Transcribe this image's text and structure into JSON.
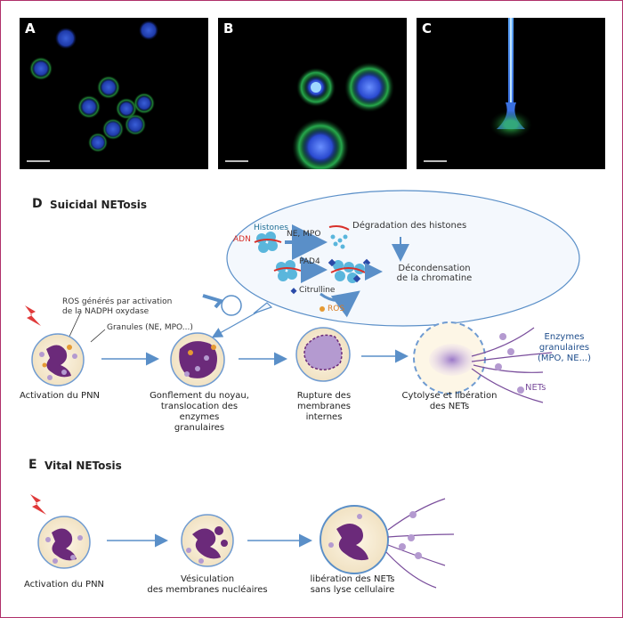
{
  "colors": {
    "border": "#b0306a",
    "arrow": "#5a8fc8",
    "cell_fill": "#f6ecd6",
    "cell_border": "#6f9bd1",
    "nucleus": "#6b2a7a",
    "granule": "#b49ad0",
    "ros": "#e59a33",
    "net_lines": "#7a4e9c",
    "enzyme_text": "#1f4e8c",
    "dna_red": "#d8302a"
  },
  "panels": [
    {
      "letter": "A"
    },
    {
      "letter": "B"
    },
    {
      "letter": "C"
    }
  ],
  "section_d": {
    "letter": "D",
    "title": "Suicidal NETosis",
    "bubble": {
      "histones": "Histones",
      "adn": "ADN",
      "ne_mpo": "NE, MPO",
      "degradation": "Dégradation des histones",
      "pad4": "PAD4",
      "citrulline": "Citrulline",
      "decondensation_1": "Décondensation",
      "decondensation_2": "de la chromatine",
      "ros": "ROS"
    },
    "annot_ros_1": "ROS générés par activation",
    "annot_ros_2": "de la NADPH oxydase",
    "annot_granules": "Granules (NE, MPO...)",
    "steps": [
      {
        "line1": "Activation du PNN",
        "line2": "",
        "line3": ""
      },
      {
        "line1": "Gonflement du noyau,",
        "line2": "translocation des enzymes",
        "line3": "granulaires"
      },
      {
        "line1": "Rupture des",
        "line2": "membranes internes",
        "line3": ""
      },
      {
        "line1": "Cytolyse et libération",
        "line2": "des NETs",
        "line3": ""
      }
    ],
    "enzymes_1": "Enzymes",
    "enzymes_2": "granulaires",
    "enzymes_3": "(MPO, NE...)",
    "nets": "NETs"
  },
  "section_e": {
    "letter": "E",
    "title": "Vital NETosis",
    "steps": [
      {
        "line1": "Activation du PNN",
        "line2": ""
      },
      {
        "line1": "Vésiculation",
        "line2": "des membranes nucléaires"
      },
      {
        "line1": "libération des NETs",
        "line2": "sans lyse cellulaire"
      }
    ]
  }
}
